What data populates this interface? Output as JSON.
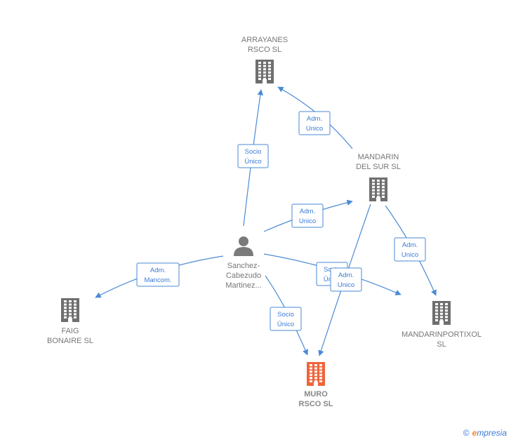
{
  "nodes": [
    {
      "id": "arrayanes",
      "kind": "company",
      "label": [
        "ARRAYANES",
        "RSCO  SL"
      ],
      "color": "#6f6f6f"
    },
    {
      "id": "mandarin_sur",
      "kind": "company",
      "label": [
        "MANDARIN",
        "DEL SUR  SL"
      ],
      "color": "#6f6f6f"
    },
    {
      "id": "sanchez",
      "kind": "person",
      "label": [
        "Sanchez-",
        "Cabezudo",
        "Martinez..."
      ],
      "color": "#7a7a7a"
    },
    {
      "id": "faig",
      "kind": "company",
      "label": [
        "FAIG",
        "BONAIRE  SL"
      ],
      "color": "#6f6f6f"
    },
    {
      "id": "mandarinportixol",
      "kind": "company",
      "label": [
        "MANDARINPORTIXOL",
        "SL"
      ],
      "color": "#6f6f6f"
    },
    {
      "id": "muro",
      "kind": "company",
      "label": [
        "MURO",
        "RSCO  SL"
      ],
      "color": "#f0643a",
      "focus": true
    }
  ],
  "edges": [
    {
      "id": "e1",
      "label": [
        "Socio",
        "Único"
      ]
    },
    {
      "id": "e2",
      "label": [
        "Adm.",
        "Unico"
      ]
    },
    {
      "id": "e3",
      "label": [
        "Adm.",
        "Unico"
      ]
    },
    {
      "id": "e4",
      "label": [
        "Adm.",
        "Unico"
      ]
    },
    {
      "id": "e5",
      "label": [
        "Adm.",
        "Mancom."
      ]
    },
    {
      "id": "e6",
      "label": [
        "Socio",
        "Único"
      ]
    },
    {
      "id": "e7",
      "label": [
        "Adm.",
        "Unico"
      ]
    },
    {
      "id": "e8",
      "label": [
        "Socio",
        "Único"
      ]
    }
  ],
  "watermark": {
    "copyright": "©",
    "brand_initial": "e",
    "brand_rest": "mpresia"
  },
  "colors": {
    "edge": "#4a8ad6",
    "edge_text": "#3a7bd5",
    "company": "#6f6f6f",
    "focus_company": "#f0643a"
  }
}
